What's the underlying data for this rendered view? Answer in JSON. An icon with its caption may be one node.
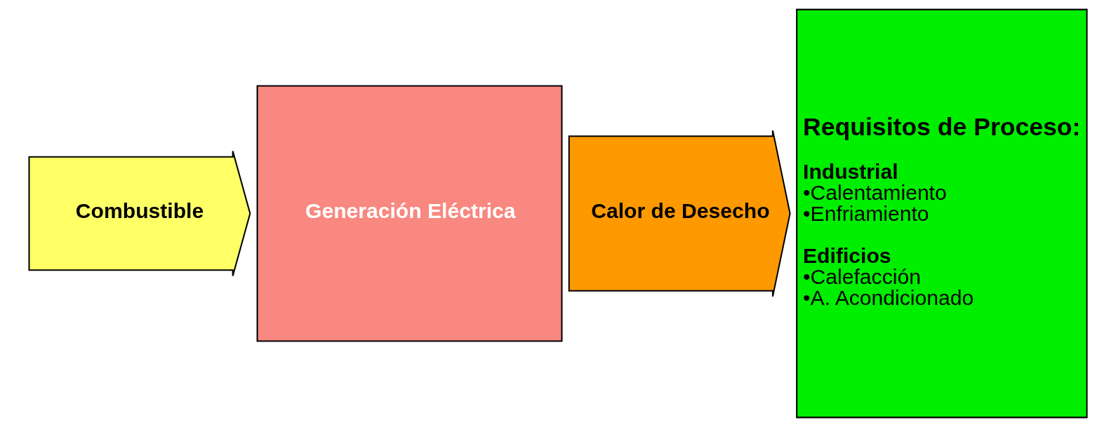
{
  "diagram": {
    "nodes": [
      {
        "text": [
          "Combustible"
        ]
      },
      {
        "text": [
          "Generación Eléctrica"
        ]
      },
      {
        "text": [
          "Calor de Desecho"
        ]
      },
      {
        "text": [
          "Requisitos de Proceso:",
          "Industrial",
          "•Calentamiento",
          "•Enfriamiento",
          "Edificios",
          "•Calefacción",
          "•A. Acondicionado"
        ]
      }
    ]
  }
}
